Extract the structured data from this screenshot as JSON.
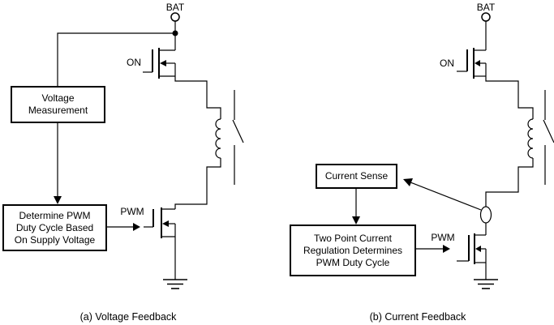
{
  "diagrams": {
    "left": {
      "bat_label": "BAT",
      "on_label": "ON",
      "pwm_label": "PWM",
      "box1_lines": [
        "Voltage",
        "Measurement"
      ],
      "box2_lines": [
        "Determine PWM",
        "Duty Cycle Based",
        "On Supply Voltage"
      ],
      "caption": "(a) Voltage Feedback"
    },
    "right": {
      "bat_label": "BAT",
      "on_label": "ON",
      "pwm_label": "PWM",
      "box1_lines": [
        "Current Sense"
      ],
      "box2_lines": [
        "Two Point Current",
        "Regulation Determines",
        "PWM Duty Cycle"
      ],
      "caption": "(b) Current Feedback"
    }
  },
  "colors": {
    "line": "#000000",
    "background": "#ffffff"
  }
}
